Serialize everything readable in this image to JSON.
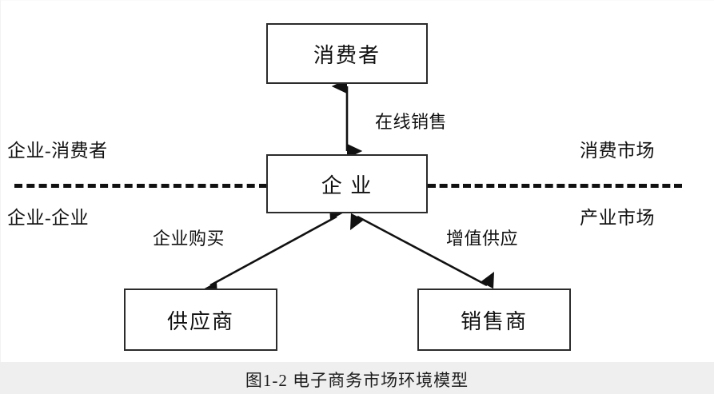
{
  "figure": {
    "caption": "图1-2 电子商务市场环境模型",
    "background_color": "#ffffff",
    "caption_background_color": "#efeff0",
    "line_color": "#111111"
  },
  "nodes": [
    {
      "id": "consumer",
      "label": "消费者"
    },
    {
      "id": "company",
      "label": "企 业"
    },
    {
      "id": "supplier",
      "label": "供应商"
    },
    {
      "id": "reseller",
      "label": "销售商"
    }
  ],
  "edge_labels": {
    "online_sales": "在线销售",
    "business_purchase": "企业购买",
    "value_added_supply": "增值供应"
  },
  "side_labels": {
    "left_top": "企业-消费者",
    "left_bottom": "企业-企业",
    "right_top": "消费市场",
    "right_bottom": "产业市场"
  },
  "divider": {
    "style": "dashed",
    "color": "#111111"
  }
}
